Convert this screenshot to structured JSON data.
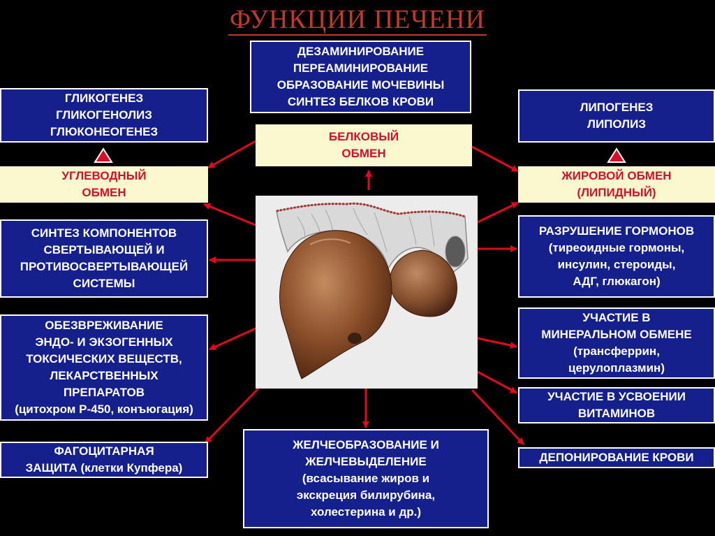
{
  "title": "ФУНКЦИИ ПЕЧЕНИ",
  "protein_functions": [
    "ДЕЗАМИНИРОВАНИЕ",
    "ПЕРЕАМИНИРОВАНИЕ",
    "ОБРАЗОВАНИЕ  МОЧЕВИНЫ",
    "СИНТЕЗ  БЕЛКОВ  КРОВИ"
  ],
  "protein_category": [
    "БЕЛКОВЫЙ",
    "ОБМЕН"
  ],
  "carb_functions": [
    "ГЛИКОГЕНЕЗ",
    "ГЛИКОГЕНОЛИЗ",
    "ГЛЮКОНЕОГЕНЕЗ"
  ],
  "carb_category": [
    "УГЛЕВОДНЫЙ",
    "ОБМЕН"
  ],
  "lipid_functions": [
    "ЛИПОГЕНЕЗ",
    "ЛИПОЛИЗ"
  ],
  "lipid_category": [
    "ЖИРОВОЙ  ОБМЕН",
    "(ЛИПИДНЫЙ)"
  ],
  "coagulation": [
    "СИНТЕЗ КОМПОНЕНТОВ",
    "СВЕРТЫВАЮЩЕЙ  И",
    "ПРОТИВОСВЕРТЫВАЮЩЕЙ",
    "СИСТЕМЫ"
  ],
  "detox": [
    "ОБЕЗВРЕЖИВАНИЕ",
    "ЭНДО- И ЭКЗОГЕННЫХ",
    "ТОКСИЧЕСКИХ ВЕЩЕСТВ,",
    "ЛЕКАРСТВЕННЫХ",
    "ПРЕПАРАТОВ",
    "(цитохром Р-450, конъюгация)"
  ],
  "phagocytic": [
    "ФАГОЦИТАРНАЯ",
    "ЗАЩИТА (клетки Купфера)"
  ],
  "bile": [
    "ЖЕЛЧЕОБРАЗОВАНИЕ  И",
    "ЖЕЛЧЕВЫДЕЛЕНИЕ",
    "(всасывание жиров и",
    "экскреция билирубина,",
    "холестерина и др.)"
  ],
  "hormones": [
    "РАЗРУШЕНИЕ  ГОРМОНОВ",
    "(тиреоидные гормоны,",
    "инсулин, стероиды,",
    "АДГ, глюкагон)"
  ],
  "mineral": [
    "УЧАСТИЕ  В",
    "МИНЕРАЛЬНОМ  ОБМЕНЕ",
    "(трансферрин,",
    "церулоплазмин)"
  ],
  "vitamins": [
    "УЧАСТИЕ  В  УСВОЕНИИ",
    "ВИТАМИНОВ"
  ],
  "blood_depot": [
    "ДЕПОНИРОВАНИЕ  КРОВИ"
  ],
  "colors": {
    "background": "#000000",
    "box_fill": "#15208c",
    "category_fill": "#fbf7cf",
    "accent_red": "#d40f2a",
    "title_red": "#c0392b"
  }
}
